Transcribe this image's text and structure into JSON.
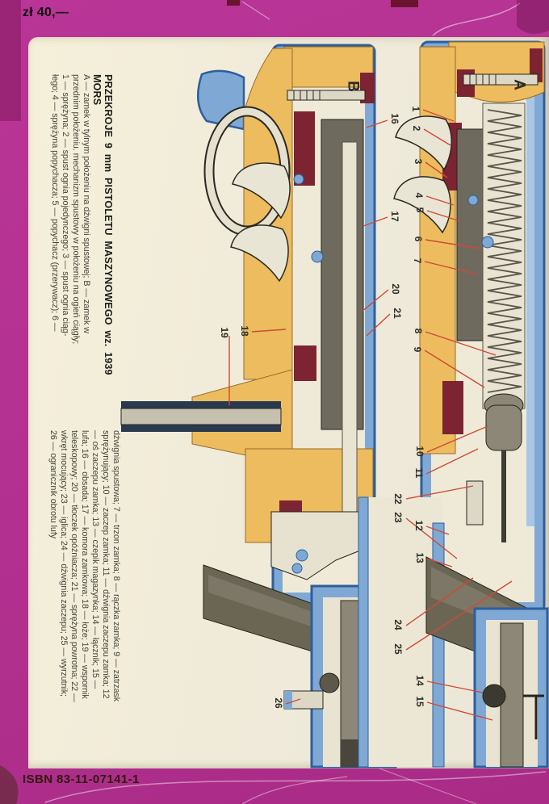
{
  "cover": {
    "price": "zł 40,—",
    "isbn": "ISBN 83-11-07141-1",
    "title_line1": "PRZEKROJE 9 mm PISTOLETU MASZYNOWEGO wz. 1939",
    "title_line2": "MORS",
    "caption_left": [
      "A — zamek w tylnym położeniu na dźwigni spustowej; B — zamek w",
      "przednim położeniu. mechanizm spustowy w położeniu na ogień ciągły;",
      "1 — sprężyna; 2 — spust ognia pojedynczego; 3 — spust ognia ciąg-",
      "łego; 4 — sprężyna popychacza; 5 — popychacz (przerywacz); 6 —"
    ],
    "caption_right": [
      "dźwignia spustowa; 7 — trzon zamka; 8 — rączka zamka; 9 — zatrzask",
      "sprężynujący; 10 — zaczep zamka; 11 — dźwignia zaczepu zamka; 12",
      "— oś zaczepu zamka; 13 — czepik magazynka; 14 — łącznik; 15 —",
      "lufa; 16 — obsada; 17 — komora zamkowa; 18 — łoże; 19 — wspornik",
      "teleskopowy; 20 — tłoczek opóźniacza; 21 — sprężyna powrotna; 22 —",
      "wkręt mocujący; 23 — iglica; 24 — dźwignia zaczepu; 25 — wyrzutnik;",
      "26 — ogranicznik obrotu lufy"
    ]
  },
  "labels": {
    "A": "A",
    "B": "B",
    "n1": "1",
    "n2": "2",
    "n3": "3",
    "n4": "4",
    "n5": "5",
    "n6": "6",
    "n7": "7",
    "n8": "8",
    "n9": "9",
    "n10": "10",
    "n11": "11",
    "n12": "12",
    "n13": "13",
    "n14": "14",
    "n15": "15",
    "n16": "16",
    "n17": "17",
    "n18": "18",
    "n19": "19",
    "n20": "20",
    "n21": "21",
    "n22": "22",
    "n23": "23",
    "n24": "24",
    "n25": "25",
    "n26": "26"
  },
  "colors": {
    "border_magenta": "#b23190",
    "page_cream": "#f1ecd8",
    "steel_blue": "#7fa9d4",
    "steel_blue_dark": "#2d5e9e",
    "wood_tan": "#ecbc5e",
    "section_maroon": "#7c2431",
    "metal_gray": "#6f6a5e",
    "metal_light": "#e9e4d2",
    "leader_red": "#cf4a35"
  }
}
